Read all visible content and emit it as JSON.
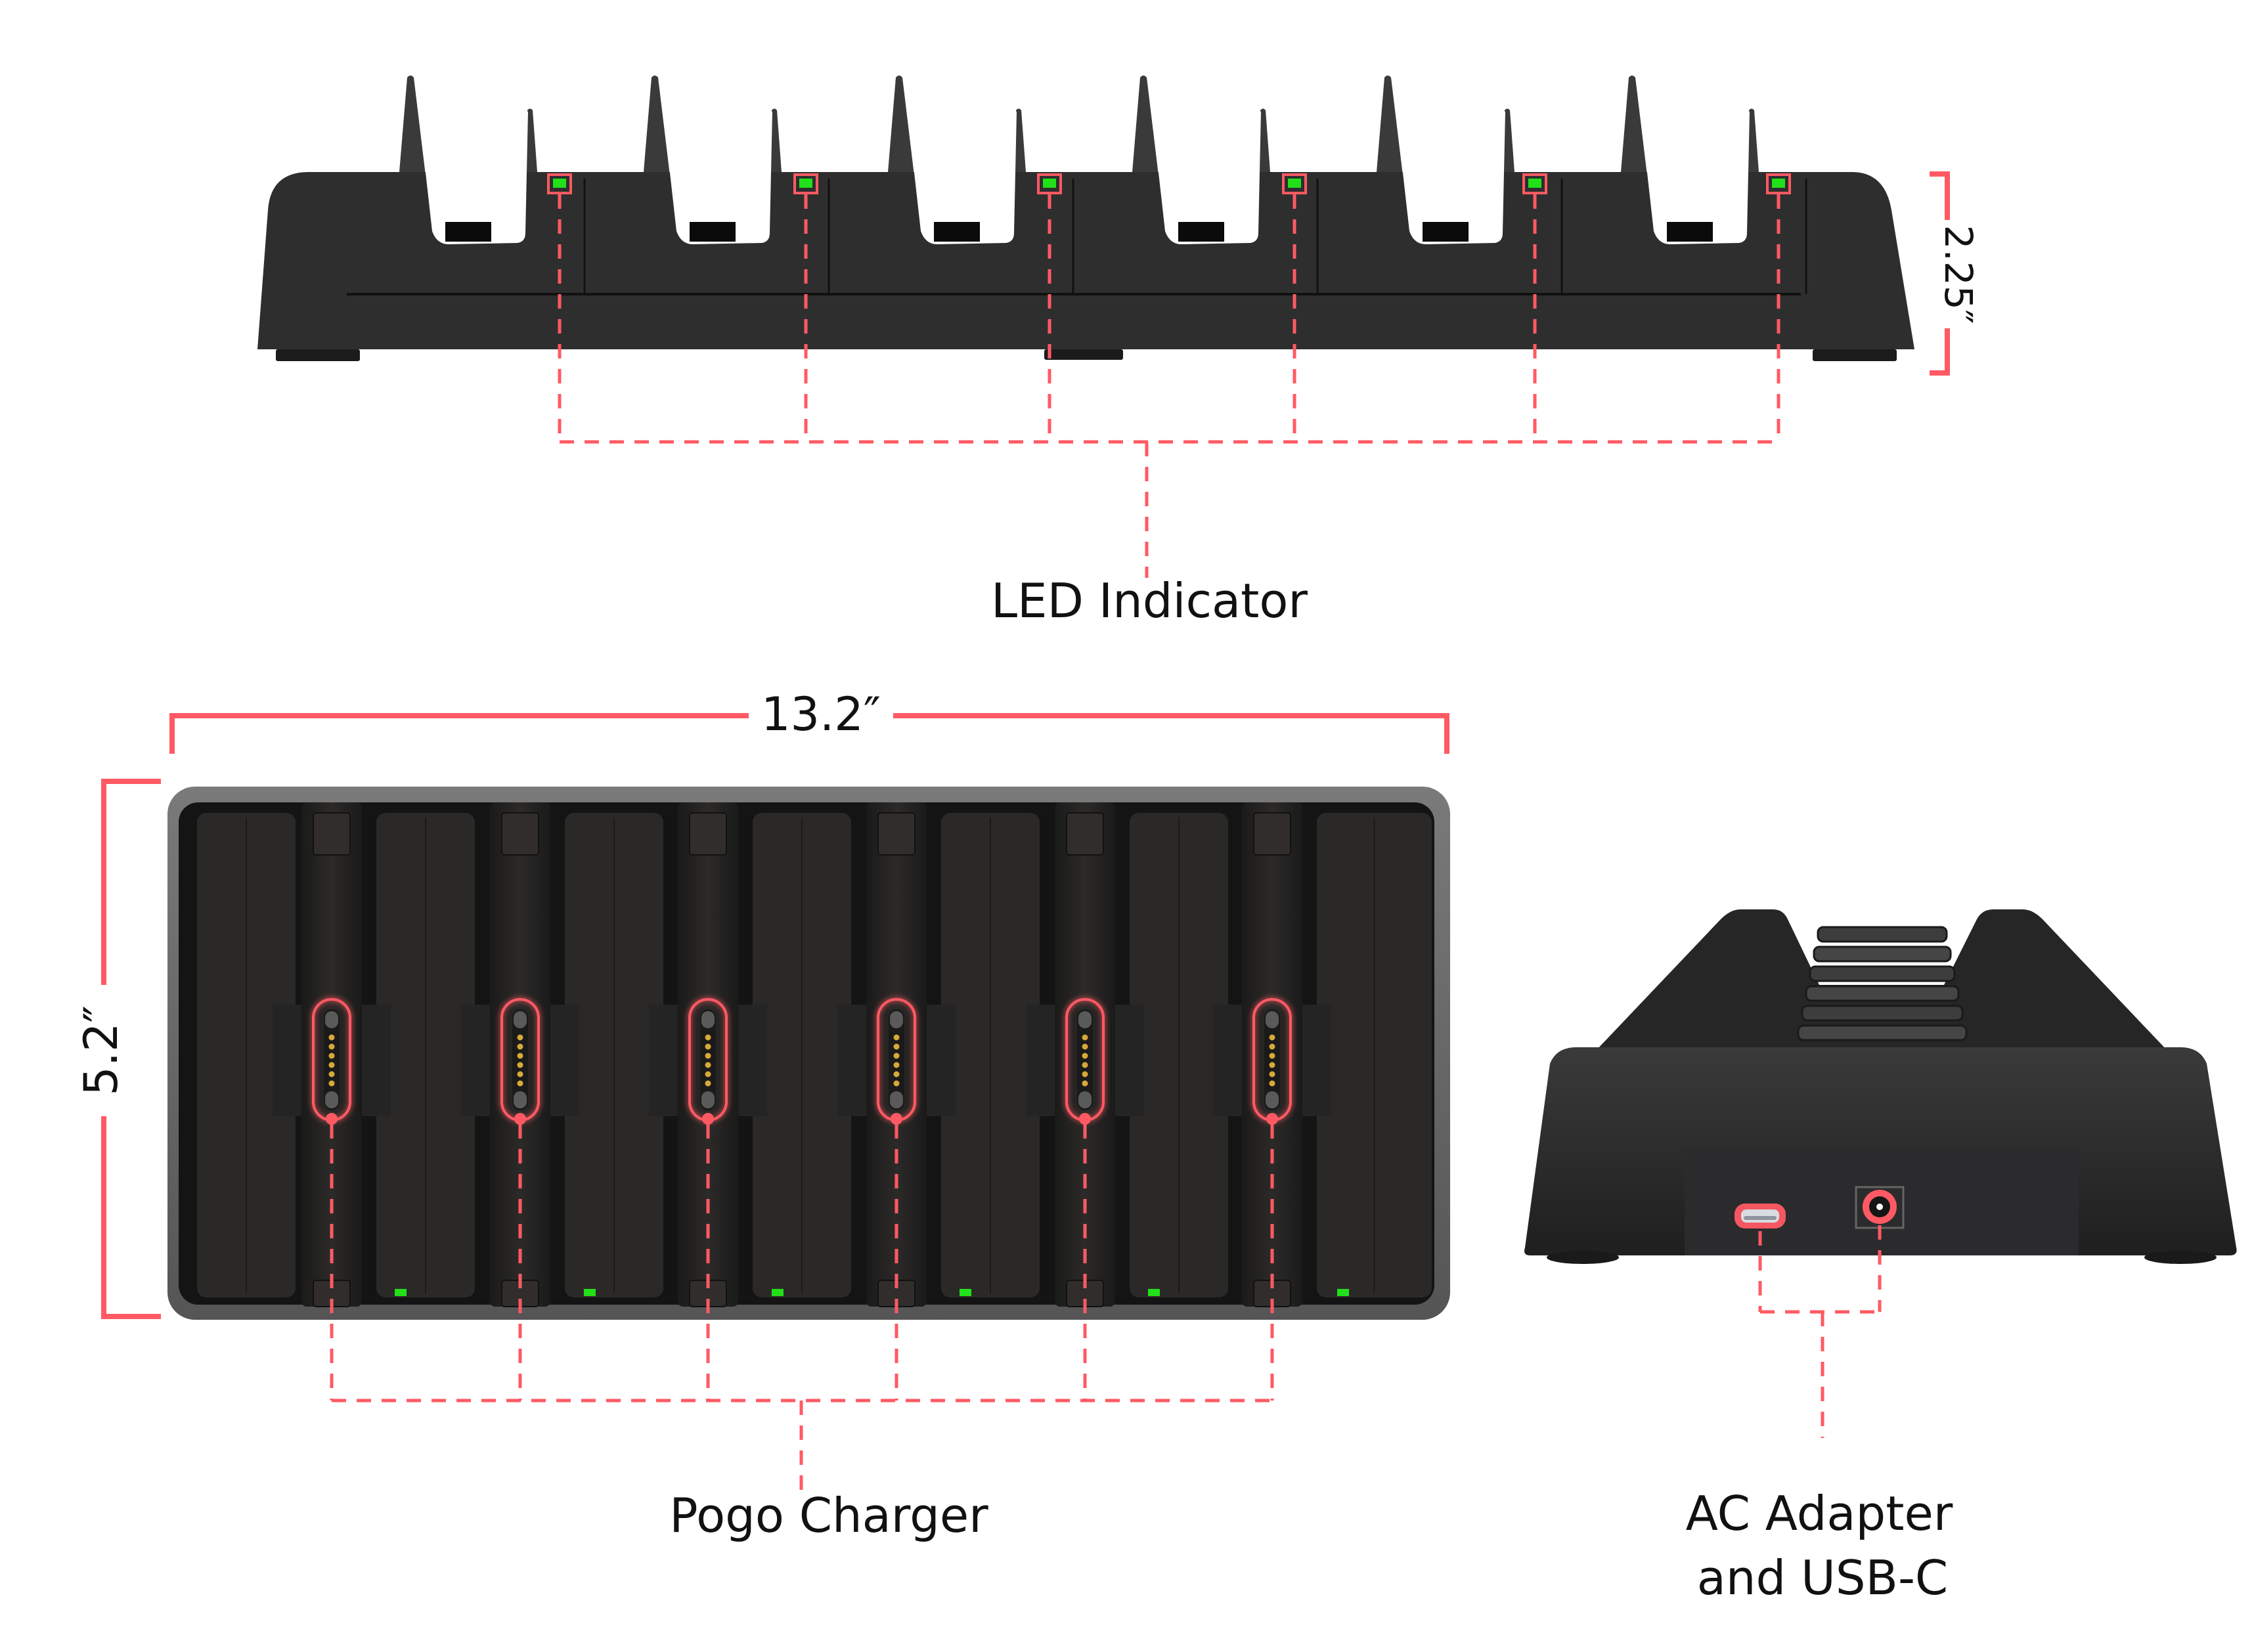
{
  "colors": {
    "annotation": "#ff5a64",
    "led_green": "#22e01a",
    "body_dark": "#2e2e2e",
    "body_edge": "#6a6a6a",
    "pin_gold": "#d8a83a",
    "label_text": "#111111"
  },
  "top_view": {
    "name": "front elevation view",
    "slot_count": 6,
    "height_dimension": "2.25″",
    "callout_label": "LED Indicator",
    "leds": [
      {
        "slot": 1,
        "status": "on",
        "color": "green"
      },
      {
        "slot": 2,
        "status": "on",
        "color": "green"
      },
      {
        "slot": 3,
        "status": "on",
        "color": "green"
      },
      {
        "slot": 4,
        "status": "on",
        "color": "green"
      },
      {
        "slot": 5,
        "status": "on",
        "color": "green"
      },
      {
        "slot": 6,
        "status": "on",
        "color": "green"
      }
    ]
  },
  "plan_view": {
    "name": "top-down plan view",
    "width_dimension": "13.2″",
    "depth_dimension": "5.2″",
    "callout_label": "Pogo Charger",
    "pogo_connectors": [
      {
        "slot": 1,
        "pins": 6
      },
      {
        "slot": 2,
        "pins": 6
      },
      {
        "slot": 3,
        "pins": 6
      },
      {
        "slot": 4,
        "pins": 6
      },
      {
        "slot": 5,
        "pins": 6
      },
      {
        "slot": 6,
        "pins": 6
      }
    ],
    "slot_leds": [
      "green",
      "green",
      "green",
      "green",
      "green",
      "green"
    ]
  },
  "side_view": {
    "name": "rear perspective view",
    "callout_label_line1": "AC Adapter",
    "callout_label_line2": "and USB-C",
    "ports": [
      {
        "id": "usb-c",
        "label": "USB-C port"
      },
      {
        "id": "dc-jack",
        "label": "AC adapter DC jack"
      }
    ]
  }
}
